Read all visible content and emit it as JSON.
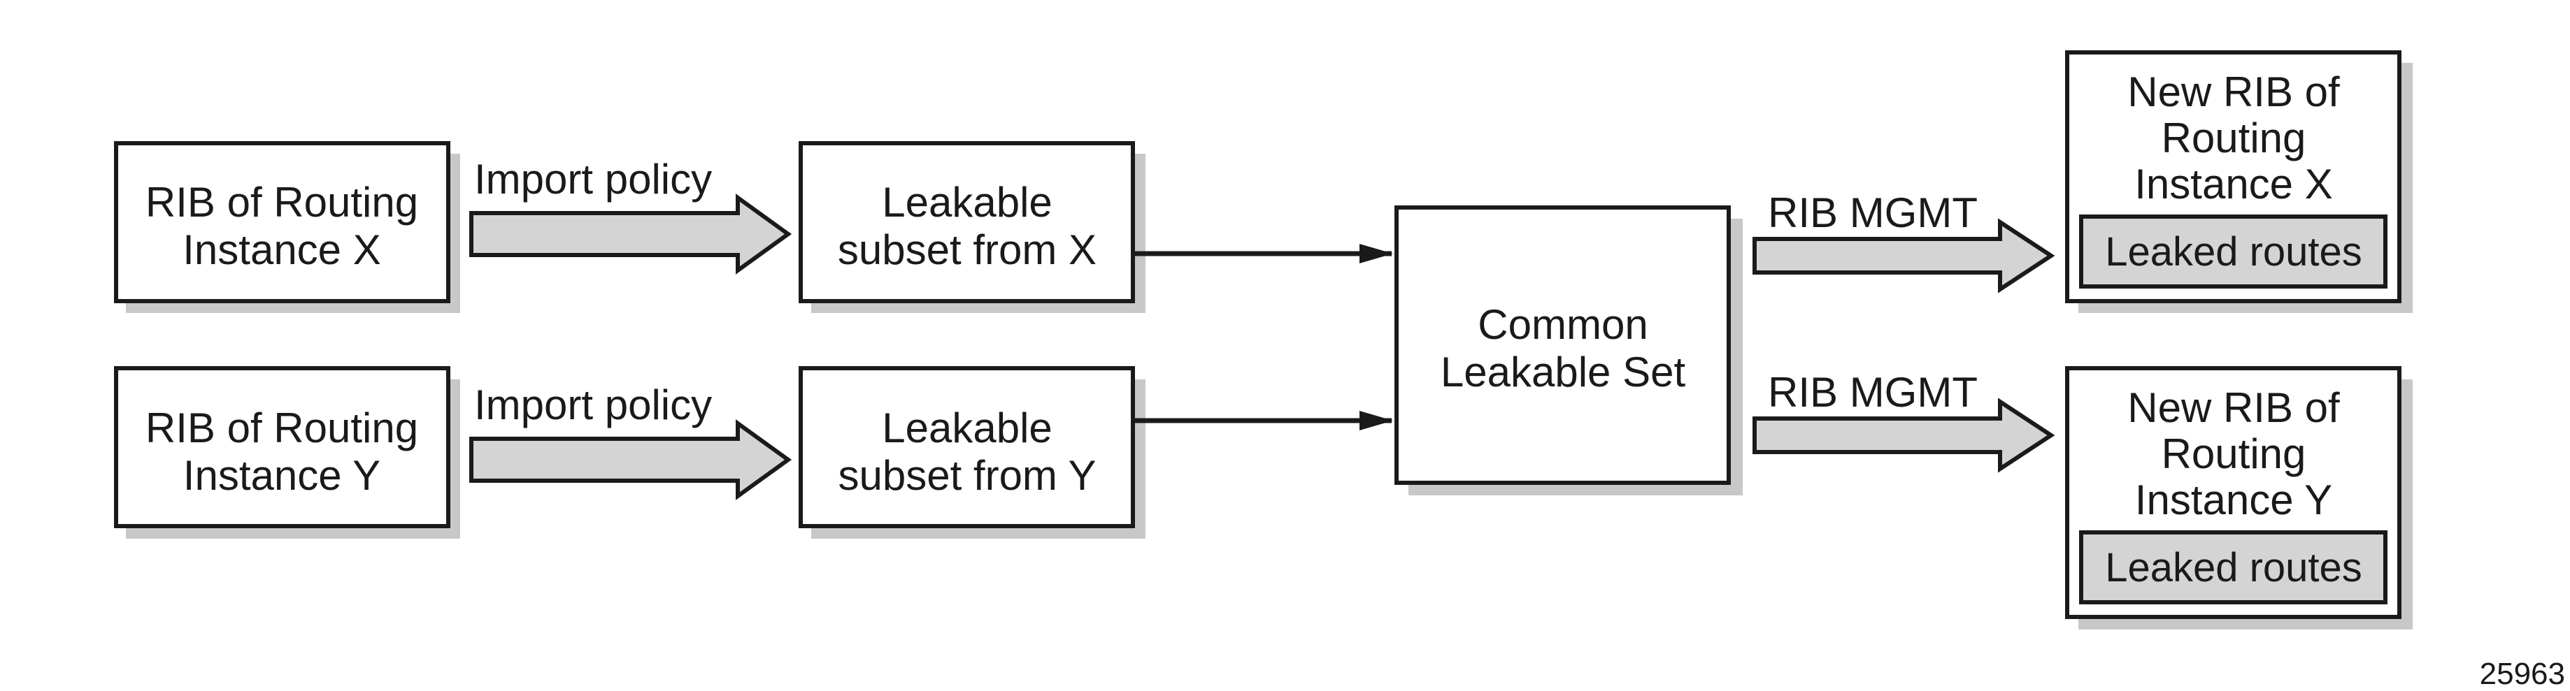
{
  "boxes": {
    "rib_x": {
      "lines": [
        "RIB of Routing",
        "Instance X"
      ]
    },
    "rib_y": {
      "lines": [
        "RIB of Routing",
        "Instance Y"
      ]
    },
    "leak_x": {
      "lines": [
        "Leakable",
        "subset from X"
      ]
    },
    "leak_y": {
      "lines": [
        "Leakable",
        "subset from Y"
      ]
    },
    "common": {
      "lines": [
        "Common",
        "Leakable Set"
      ]
    },
    "new_x": {
      "lines": [
        "New RIB of",
        "Routing",
        "Instance X"
      ],
      "inner": "Leaked routes"
    },
    "new_y": {
      "lines": [
        "New RIB of",
        "Routing",
        "Instance Y"
      ],
      "inner": "Leaked routes"
    }
  },
  "arrows": {
    "import_x": "Import policy",
    "import_y": "Import policy",
    "mgmt_x": "RIB MGMT",
    "mgmt_y": "RIB MGMT"
  },
  "figure_id": "25963",
  "colors": {
    "stroke": "#1a1a1a",
    "shadow": "#c8c8c8",
    "arrow_fill": "#d4d4d4",
    "inner_fill": "#d4d4d4",
    "background": "#ffffff"
  }
}
